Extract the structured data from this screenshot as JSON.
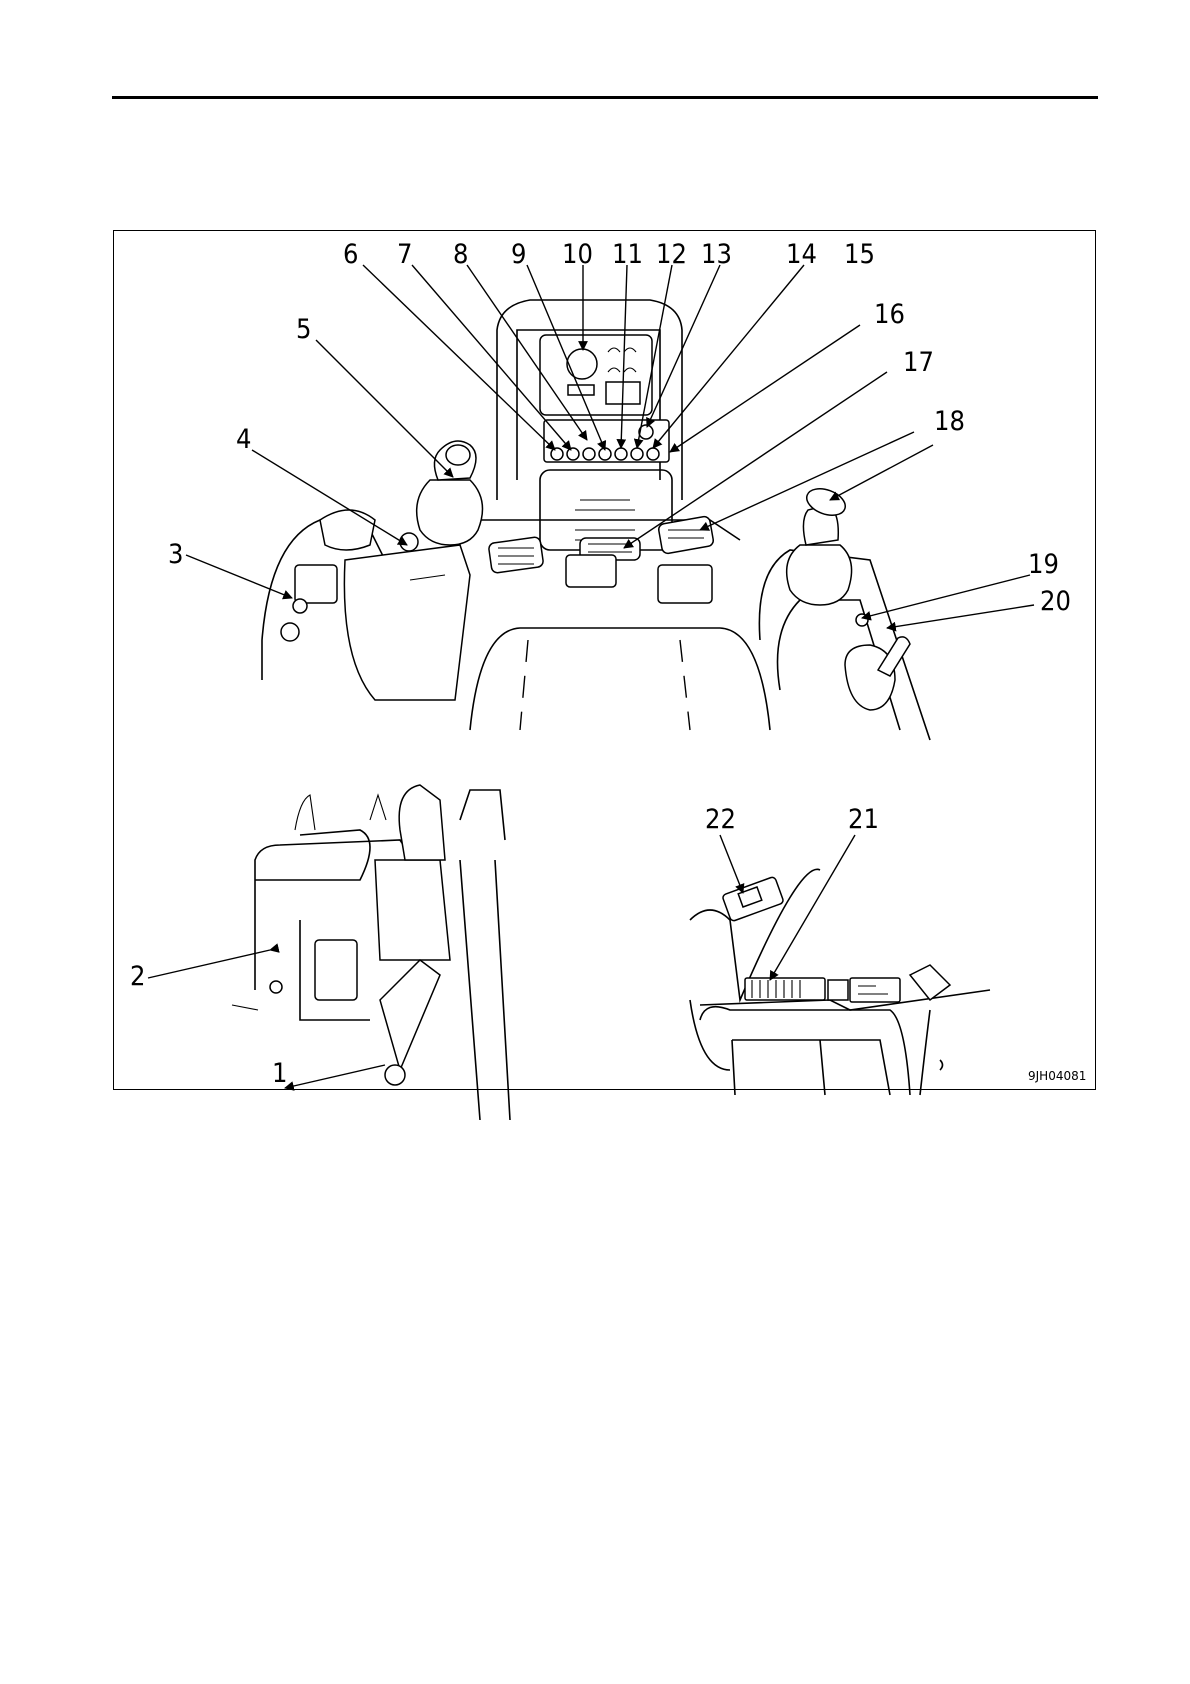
{
  "figure": {
    "code": "9JH04081",
    "callouts": [
      "1",
      "2",
      "3",
      "4",
      "5",
      "6",
      "7",
      "8",
      "9",
      "10",
      "11",
      "12",
      "13",
      "14",
      "15",
      "16",
      "17",
      "18",
      "19",
      "20",
      "21",
      "22"
    ]
  }
}
